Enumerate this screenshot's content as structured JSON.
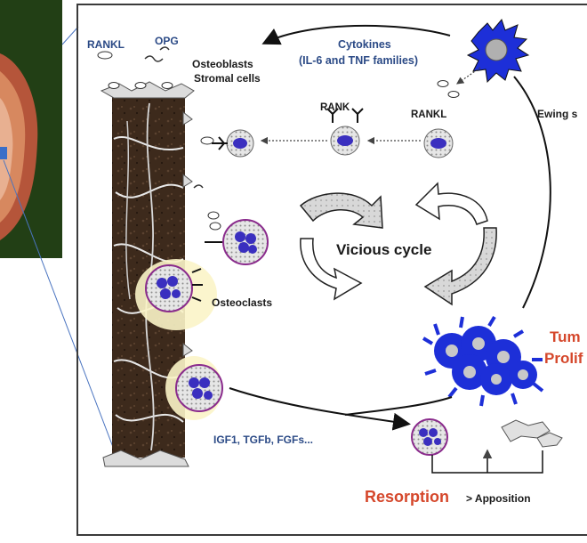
{
  "labels": {
    "rankl_top": "RANKL",
    "opg": "OPG",
    "osteoblasts": "Osteoblasts",
    "stromal": "Stromal cells",
    "cytokines": "Cytokines",
    "cytokine_families": "(IL-6 and TNF families)",
    "rank": "RANK",
    "rankl_mid": "RANKL",
    "ewing": "Ewing s",
    "vicious_cycle": "Vicious cycle",
    "osteoclasts": "Osteoclasts",
    "tumor_line1": "Tum",
    "tumor_line2": "Prolif",
    "growth_factors": "IGF1, TGFb, FGFs...",
    "resorption": "Resorption",
    "apposition": "> Apposition"
  },
  "colors": {
    "tumor_blue": "#1d2fd8",
    "label_blue": "#2b4a86",
    "label_red": "#d5472b",
    "bone_dark": "#3a2718"
  }
}
